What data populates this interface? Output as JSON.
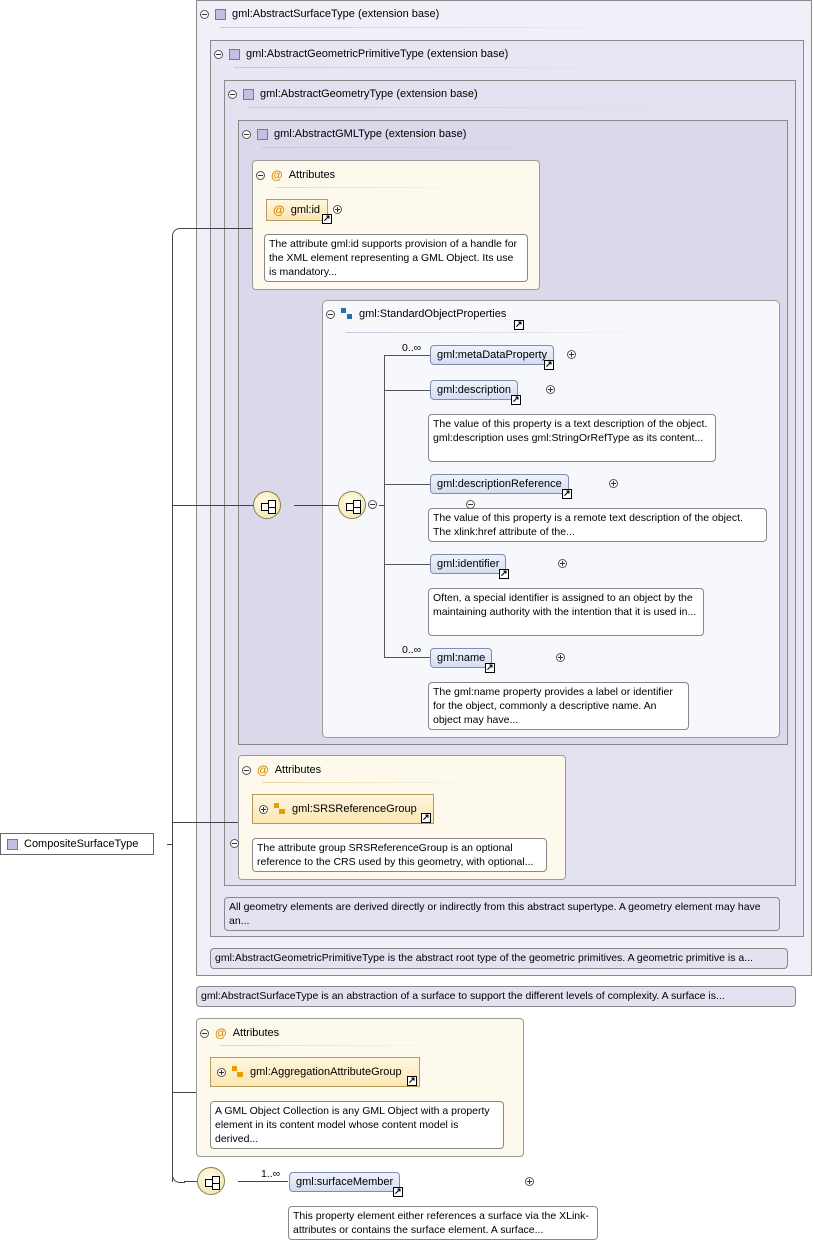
{
  "root": {
    "label": "CompositeSurfaceType"
  },
  "types": {
    "surface": {
      "label": "gml:AbstractSurfaceType (extension base)",
      "doc": "gml:AbstractSurfaceType is an abstraction of a surface to support the different levels of complexity. A surface is..."
    },
    "primitive": {
      "label": "gml:AbstractGeometricPrimitiveType (extension base)",
      "doc": "gml:AbstractGeometricPrimitiveType is the abstract root type of the geometric primitives. A geometric primitive is a..."
    },
    "geometry": {
      "label": "gml:AbstractGeometryType (extension base)",
      "doc": "All geometry elements are derived directly or indirectly from this abstract supertype. A geometry element may have an..."
    },
    "gml": {
      "label": "gml:AbstractGMLType (extension base)"
    }
  },
  "attributes_label": "Attributes",
  "gml_id": {
    "label": "gml:id",
    "doc": "The attribute gml:id supports provision of a handle for the XML element representing a GML Object. Its use is mandatory..."
  },
  "standard_props": {
    "label": "gml:StandardObjectProperties",
    "elements": [
      {
        "label": "gml:metaDataProperty",
        "card": "0..∞",
        "doc": ""
      },
      {
        "label": "gml:description",
        "card": "",
        "doc": "The value of this property is a text description of the object. gml:description uses gml:StringOrRefType as its content..."
      },
      {
        "label": "gml:descriptionReference",
        "card": "",
        "doc": "The value of this property is a remote text description of the object. The xlink:href attribute of the..."
      },
      {
        "label": "gml:identifier",
        "card": "",
        "doc": "Often, a special identifier is assigned to an object by the maintaining authority with the intention that it is used in..."
      },
      {
        "label": "gml:name",
        "card": "0..∞",
        "doc": "The gml:name property provides a label or identifier for the object, commonly a descriptive name. An object may have..."
      }
    ]
  },
  "srs_group": {
    "label": "gml:SRSReferenceGroup",
    "doc": "The attribute group SRSReferenceGroup is an optional reference to the CRS used by this geometry, with optional..."
  },
  "agg_group": {
    "label": "gml:AggregationAttributeGroup",
    "doc": "A GML Object Collection is any GML Object with a property element in its content model whose content model is derived..."
  },
  "surface_member": {
    "label": "gml:surfaceMember",
    "card": "1..∞",
    "doc": "This property element either references a surface via the XLink-attributes or contains the surface element. A surface..."
  }
}
